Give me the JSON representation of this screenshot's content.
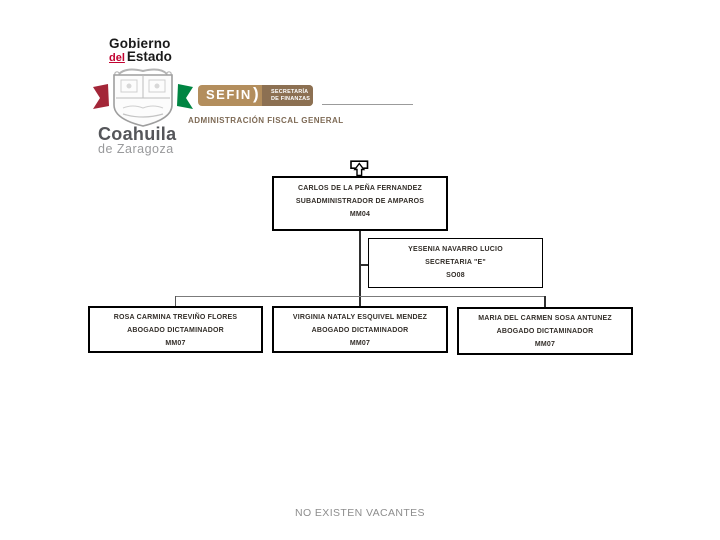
{
  "logo": {
    "gobierno_line1": "Gobierno",
    "gobierno_del": "del",
    "gobierno_line2": "Estado",
    "coahuila": "Coahuila",
    "zaragoza": "de Zaragoza",
    "sefin_acronym": "SEFIN",
    "secretaria_line1": "SECRETARÍA",
    "secretaria_line2": "DE FINANZAS",
    "department": "ADMINISTRACIÓN FISCAL GENERAL",
    "colors": {
      "sefin_tan": "#b38e5d",
      "sefin_brown": "#8c7052",
      "department_text": "#7e6a55",
      "flag_red": "#a32638",
      "flag_green": "#008542",
      "del_red": "#c10230",
      "coahuila_gray": "#55565a",
      "zaragoza_gray": "#98999b"
    }
  },
  "org_chart": {
    "nodes": [
      {
        "name": "CARLOS DE LA PEÑA FERNANDEZ",
        "title": "SUBADMINISTRADOR DE AMPAROS",
        "code": "MM04"
      },
      {
        "name": "YESENIA NAVARRO LUCIO",
        "title": "SECRETARIA \"E\"",
        "code": "SO08"
      },
      {
        "name": "ROSA CARMINA TREVIÑO FLORES",
        "title": "ABOGADO DICTAMINADOR",
        "code": "MM07"
      },
      {
        "name": "VIRGINIA NATALY ESQUIVEL MENDEZ",
        "title": "ABOGADO DICTAMINADOR",
        "code": "MM07"
      },
      {
        "name": "MARIA DEL CARMEN SOSA ANTUNEZ",
        "title": "ABOGADO DICTAMINADOR",
        "code": "MM07"
      }
    ]
  },
  "footer": {
    "note": "NO EXISTEN VACANTES"
  }
}
